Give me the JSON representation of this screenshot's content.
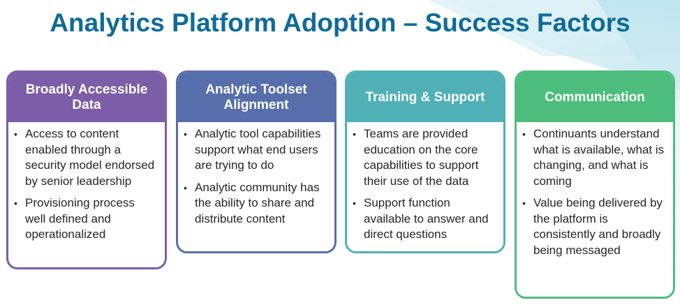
{
  "title": "Analytics Platform Adoption – Success Factors",
  "colors": {
    "title": "#0e6b99",
    "card1": "#7b5ea7",
    "card2": "#566fac",
    "card3": "#4fb0b6",
    "card4": "#4cbd7c",
    "body_text": "#262626"
  },
  "cards": [
    {
      "header": "Broadly Accessible Data",
      "bullets": [
        "Access to content enabled through a security model endorsed by senior leadership",
        "Provisioning process well defined and operationalized"
      ]
    },
    {
      "header": "Analytic Toolset Alignment",
      "bullets": [
        "Analytic tool capabilities support what end users are trying to do",
        "Analytic community has the ability to share and distribute content"
      ]
    },
    {
      "header": "Training & Support",
      "bullets": [
        "Teams are provided education on the core capabilities to support their use of the data",
        "Support function available to answer and direct questions"
      ]
    },
    {
      "header": "Communication",
      "bullets": [
        "Continuants understand what is available, what is changing, and what is coming",
        "Value being delivered by the platform is consistently and broadly being messaged"
      ]
    }
  ],
  "bullet_icon": "bullet-dot"
}
